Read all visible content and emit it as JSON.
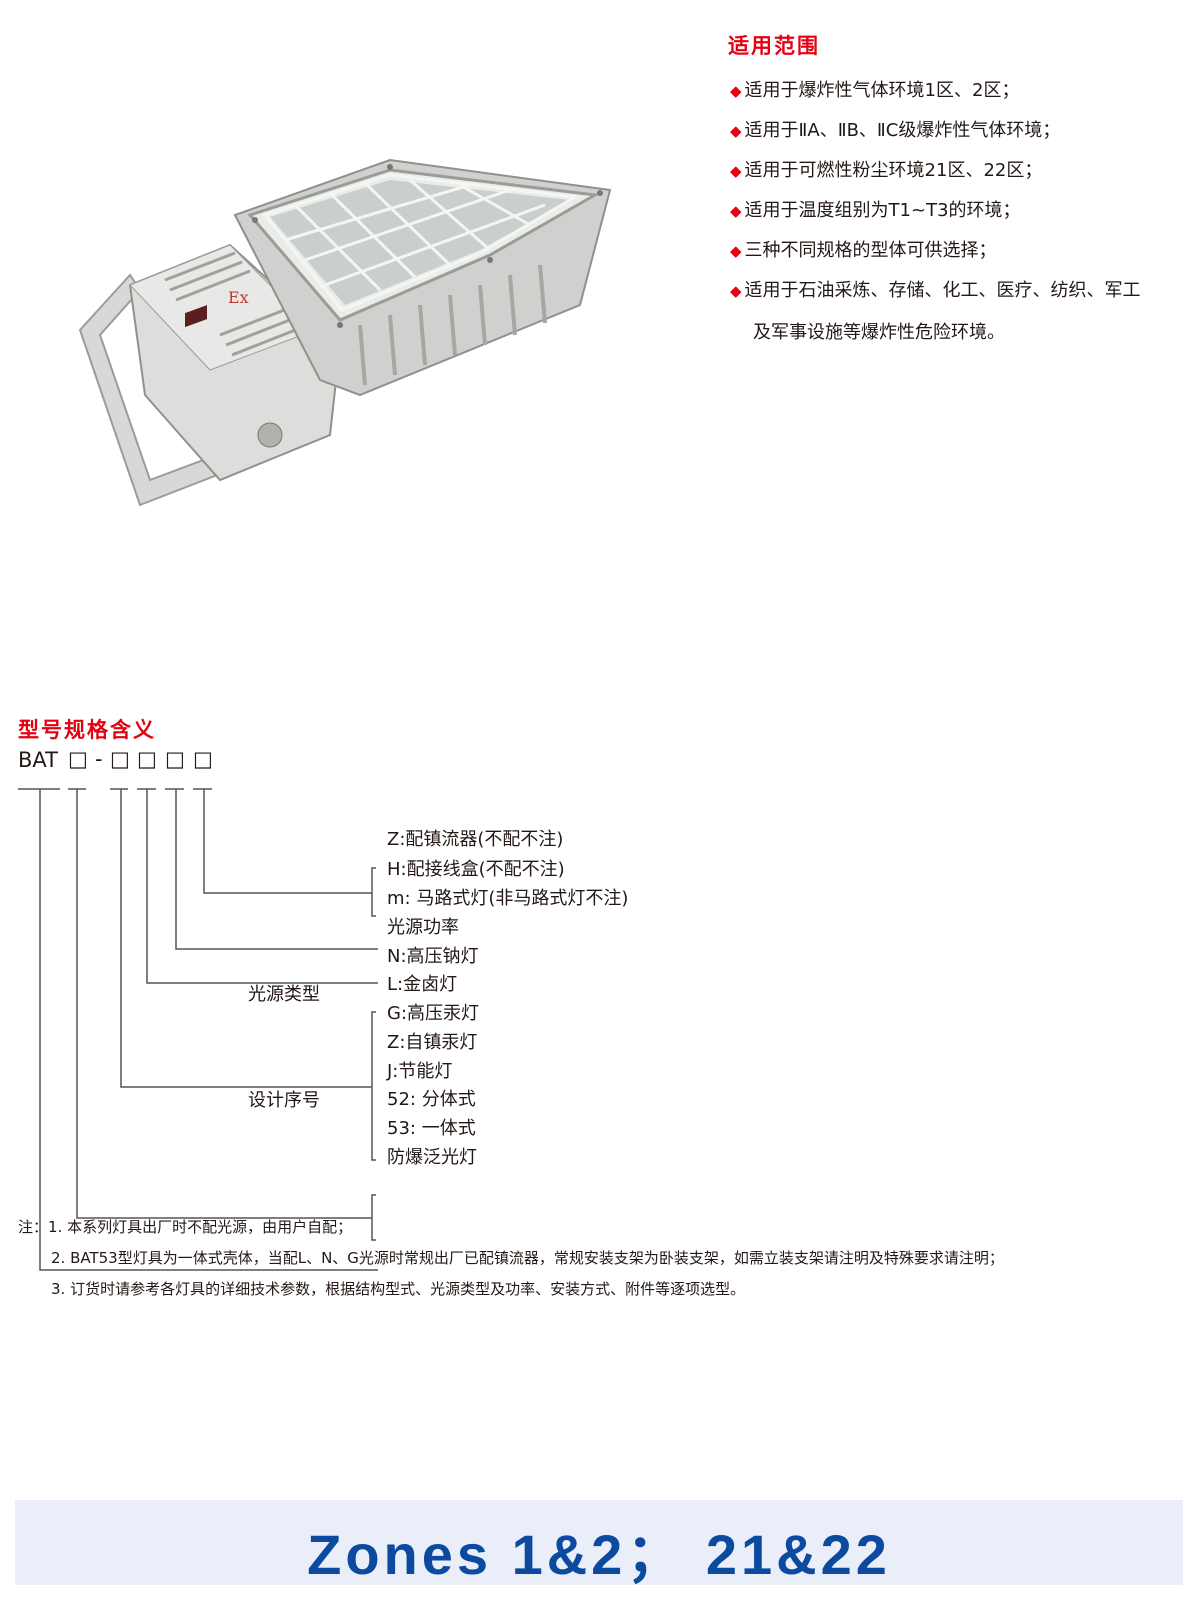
{
  "scope": {
    "title": "适用范围",
    "bullet_icon": "red-diamond-icon",
    "items": [
      "适用于爆炸性气体环境1区、2区；",
      "适用于ⅡA、ⅡB、ⅡC级爆炸性气体环境；",
      "适用于可燃性粉尘环境21区、22区；",
      "适用于温度组别为T1~T3的环境；",
      "三种不同规格的型体可供选择；",
      "适用于石油采炼、存储、化工、医疗、纺织、军工"
    ],
    "continuation": "及军事设施等爆炸性危险环境。"
  },
  "product_image": {
    "ex_mark": "Ex"
  },
  "model": {
    "title": "型号规格含义",
    "prefix": "BAT",
    "box": "□",
    "dash": "-",
    "options": {
      "ballast": "Z:配镇流器(不配不注)",
      "junction_box": "H:配接线盒(不配不注)",
      "road": "m: 马路式灯(非马路式灯不注)",
      "power": "光源功率",
      "source_type_label": "光源类型",
      "source_types": [
        "N:高压钠灯",
        "L:金卤灯",
        "G:高压汞灯",
        "Z:自镇汞灯",
        "J:节能灯"
      ],
      "design_label": "设计序号",
      "designs": [
        "52: 分体式",
        "53: 一体式"
      ],
      "product": "防爆泛光灯"
    }
  },
  "notes": [
    "注：1. 本系列灯具出厂时不配光源，由用户自配；",
    "2. BAT53型灯具为一体式壳体，当配L、N、G光源时常规出厂已配镇流器，常规安装支架为卧装支架，如需立装支架请注明及特殊要求请注明；",
    "3. 订货时请参考各灯具的详细技术参数，根据结构型式、光源类型及功率、安装方式、附件等逐项选型。"
  ],
  "footer": {
    "text": "Zones 1&2；  21&22"
  },
  "colors": {
    "accent_red": "#e60012",
    "footer_blue": "#0b4a9f",
    "footer_bg": "#e9eef8"
  }
}
